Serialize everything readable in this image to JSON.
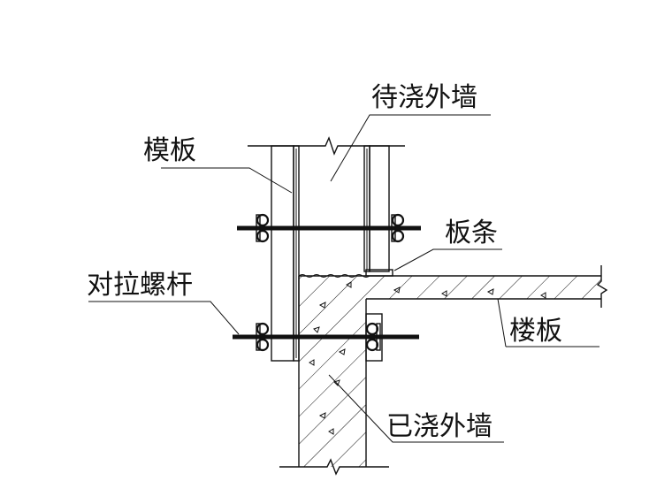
{
  "labels": {
    "formwork": "模板",
    "wall_to_pour": "待浇外墙",
    "batten": "板条",
    "tie_rod": "对拉螺杆",
    "floor_slab": "楼板",
    "poured_wall": "已浇外墙"
  },
  "colors": {
    "ink": "#111111",
    "background": "#ffffff"
  }
}
